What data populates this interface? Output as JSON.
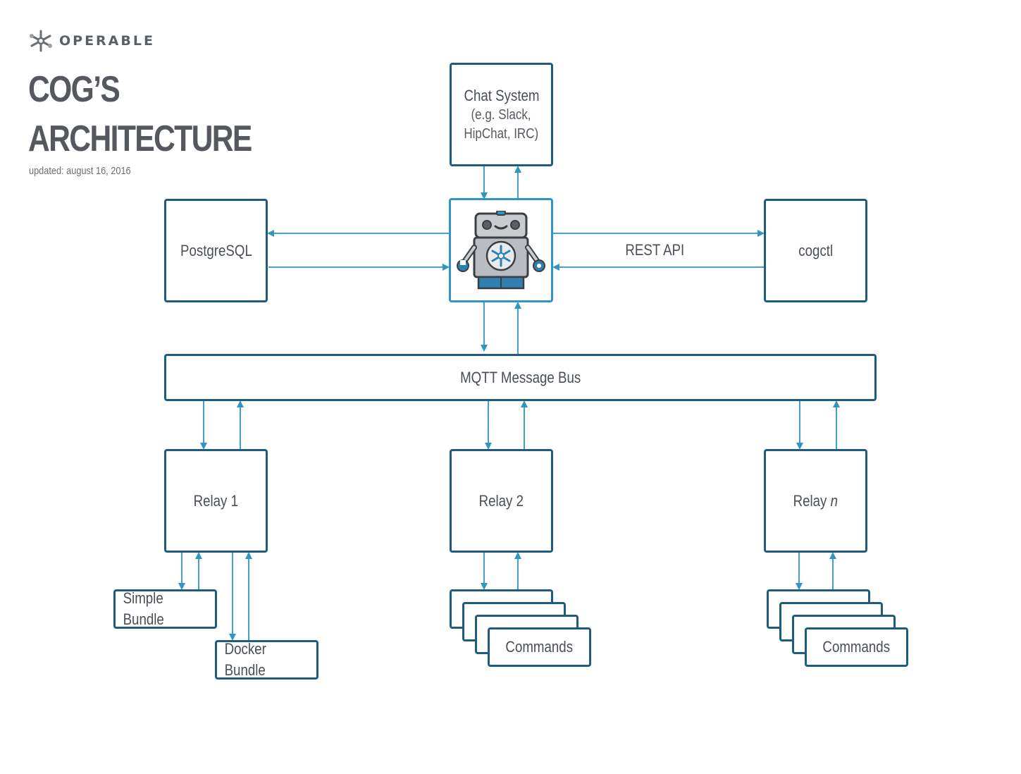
{
  "brand": {
    "name": "OPERABLE",
    "icon": "wrench-cluster-icon"
  },
  "title": {
    "line1": "COG’S",
    "line2": "ARCHITECTURE"
  },
  "updated": "updated: august 16, 2016",
  "nodes": {
    "chat": {
      "title": "Chat System",
      "line2": "(e.g. Slack,",
      "line3": "HipChat, IRC)"
    },
    "postgres": "PostgreSQL",
    "cog": {
      "icon": "robot-icon"
    },
    "rest_api": "REST API",
    "cogctl": "cogctl",
    "bus": "MQTT Message Bus",
    "relay1": "Relay 1",
    "relay2": "Relay 2",
    "relayn_prefix": "Relay",
    "relayn_suffix": "n",
    "simple_bundle": "Simple Bundle",
    "docker_bundle": "Docker Bundle",
    "commands_a": "Commands",
    "commands_b": "Commands"
  },
  "colors": {
    "box_border": "#1e5c80",
    "arrow": "#2f95c2",
    "text": "#4a4f55"
  }
}
